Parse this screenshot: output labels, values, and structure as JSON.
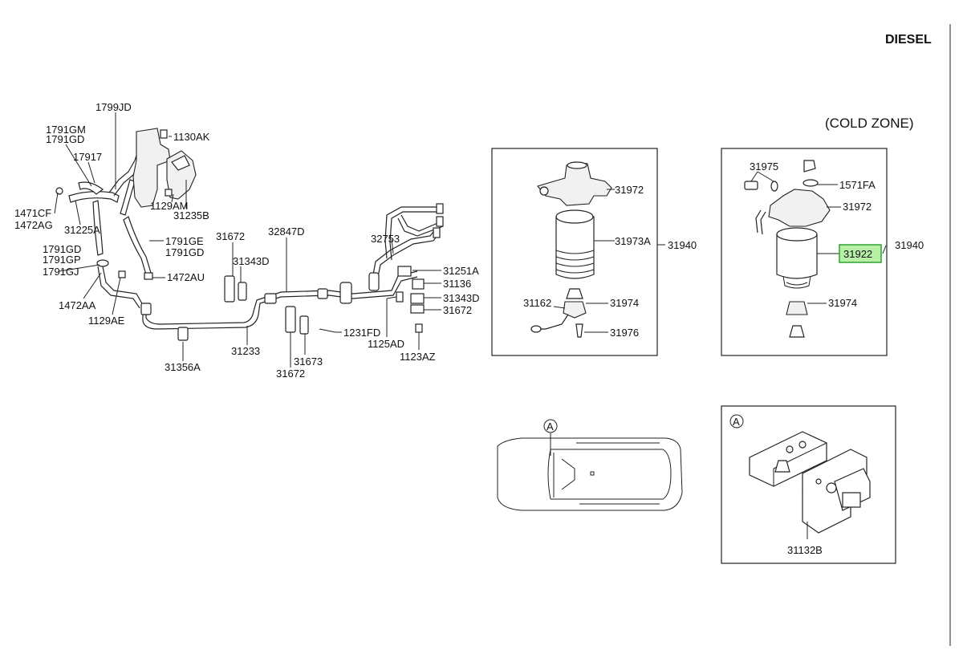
{
  "header": {
    "engine": "DIESEL",
    "variant": "(COLD ZONE)"
  },
  "labels": {
    "l_1799JD": "1799JD",
    "l_1791GM": "1791GM",
    "l_1791GD_a": "1791GD",
    "l_17917": "17917",
    "l_1130AK": "1130AK",
    "l_1471CF": "1471CF",
    "l_1472AG": "1472AG",
    "l_31225A": "31225A",
    "l_1129AM": "1129AM",
    "l_31235B": "31235B",
    "l_1791GE": "1791GE",
    "l_1791GD_b": "1791GD",
    "l_1791GD_c": "1791GD",
    "l_1791GP": "1791GP",
    "l_1791GJ": "1791GJ",
    "l_1472AU": "1472AU",
    "l_1472AA": "1472AA",
    "l_1129AE": "1129AE",
    "l_31356A": "31356A",
    "l_31233": "31233",
    "l_31672_a": "31672",
    "l_31343D_a": "31343D",
    "l_32847D": "32847D",
    "l_32753": "32753",
    "l_31251A": "31251A",
    "l_31136": "31136",
    "l_31343D_b": "31343D",
    "l_31672_b": "31672",
    "l_1231FD": "1231FD",
    "l_1125AD": "1125AD",
    "l_1123AZ": "1123AZ",
    "l_31673": "31673",
    "l_31672_c": "31672",
    "p1_31972": "31972",
    "p1_31973A": "31973A",
    "p1_31940": "31940",
    "p1_31162": "31162",
    "p1_31974": "31974",
    "p1_31976": "31976",
    "p2_31975": "31975",
    "p2_1571FA": "1571FA",
    "p2_31972": "31972",
    "p2_31922": "31922",
    "p2_31940": "31940",
    "p2_31974": "31974",
    "callout_a_vehicle": "A",
    "callout_a_detail": "A",
    "d_31132B": "31132B"
  },
  "highlight": {
    "part": "31922",
    "color": "#b7f0a6"
  }
}
